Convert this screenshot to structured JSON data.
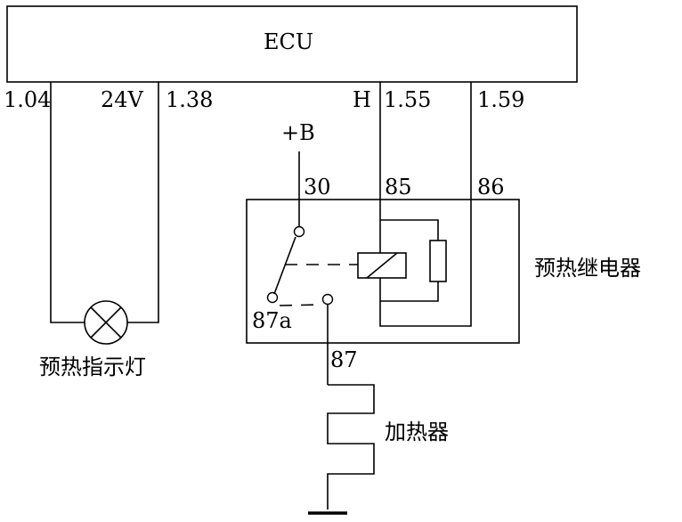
{
  "ecu": {
    "label": "ECU"
  },
  "pins": {
    "p104": "1.04",
    "p24v": "24V",
    "p138": "1.38",
    "h": "H",
    "p155": "1.55",
    "p159": "1.59"
  },
  "relay": {
    "supply": "+B",
    "t30": "30",
    "t85": "85",
    "t86": "86",
    "t87a": "87a",
    "t87": "87",
    "name": "预热继电器"
  },
  "lamp": {
    "name": "预热指示灯"
  },
  "heater": {
    "name": "加热器"
  }
}
